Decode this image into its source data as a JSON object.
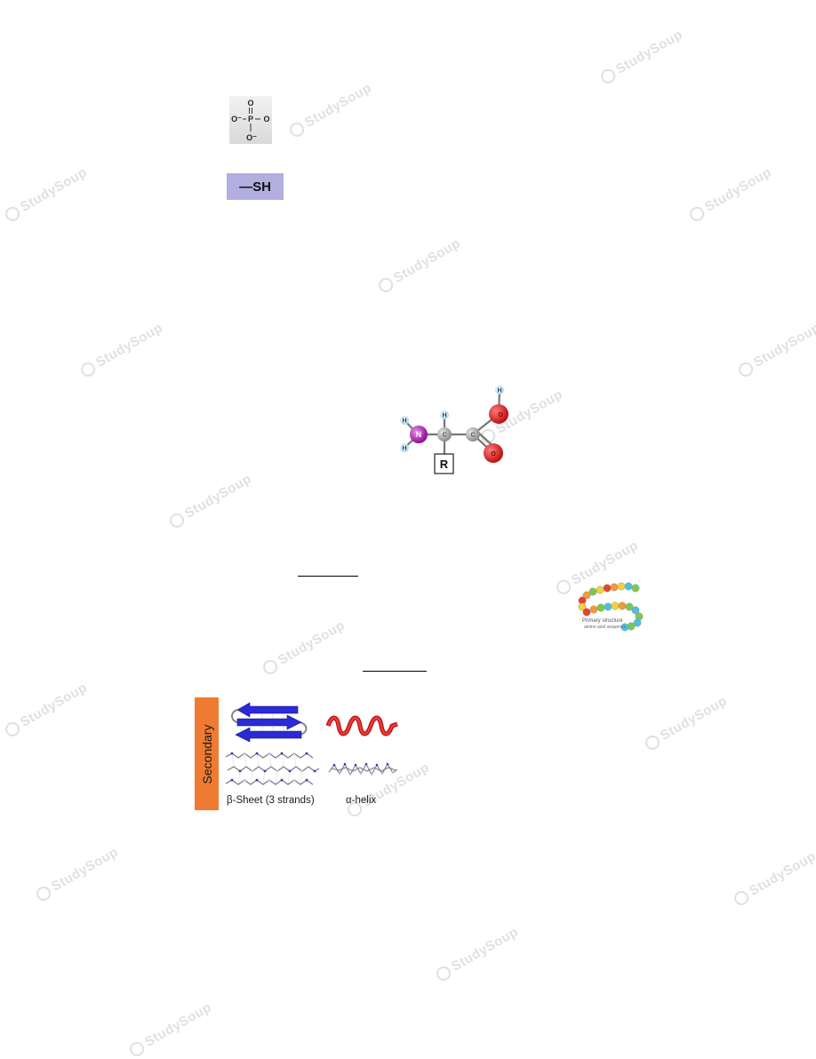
{
  "functional_groups": {
    "phosphate": {
      "center_atom": "P",
      "oxygen": "O",
      "oxygen_left": "O⁻",
      "oxygen_bottom": "O⁻"
    },
    "sulfhydryl": {
      "formula": "—SH"
    }
  },
  "amino_acid": {
    "atoms": {
      "nitrogen": "N",
      "alpha_carbon": "C",
      "carboxyl_carbon": "C",
      "hydroxyl_oxygen": "O",
      "carbonyl_oxygen": "O",
      "hydrogen": "H"
    },
    "side_chain_label": "R"
  },
  "primary_structure": {
    "caption": "Primary structure",
    "subcaption": "amino acid sequence"
  },
  "secondary_structure": {
    "band_label": "Secondary",
    "sheet_caption": "β-Sheet (3 strands)",
    "helix_caption": "α-helix"
  },
  "watermark": {
    "text": "StudySoup"
  },
  "colors": {
    "secondary_band": "#ef7b33",
    "sulfhydryl_bg": "#b3aee0",
    "nitrogen": "#9b1aa8",
    "oxygen": "#d01818",
    "carbon": "#9a9a9a",
    "hydrogen": "#bfe3f5",
    "sheet": "#2a2ad8",
    "helix": "#d42020"
  }
}
